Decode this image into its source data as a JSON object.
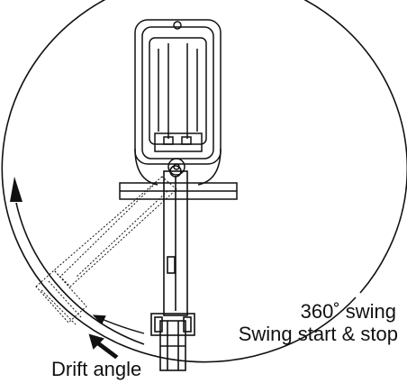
{
  "diagram": {
    "labels": {
      "swing_range": "360˚ swing",
      "swing_start_stop": "Swing start & stop",
      "drift_angle": "Drift angle"
    },
    "colors": {
      "line": "#111111",
      "background": "#ffffff"
    },
    "icons": [
      "swing-direction-arrow-icon",
      "drift-direction-arrow-icon",
      "swing-start-arrow-icon"
    ]
  }
}
